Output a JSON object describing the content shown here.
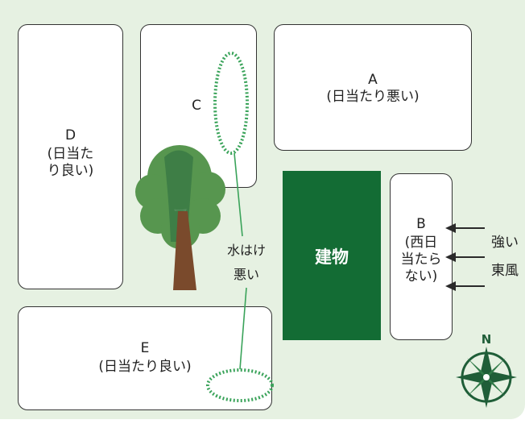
{
  "plots": {
    "a": {
      "letter": "A",
      "note": "(日当たり悪い)"
    },
    "b": {
      "letter": "B",
      "note": "(西日\n当たら\nない)"
    },
    "c": {
      "letter": "C"
    },
    "d": {
      "letter": "D",
      "note": "(日当た\nり良い)"
    },
    "e": {
      "letter": "E",
      "note": "(日当たり良い)"
    }
  },
  "building": "建物",
  "drainage_label": "水はけ\n悪い",
  "wind": {
    "line1": "強い",
    "line2": "東風"
  },
  "compass": {
    "north": "N"
  },
  "colors": {
    "background": "#e6f1e2",
    "building": "#136c34",
    "drainage": "#3aa35a",
    "tree_dark": "#3a7a44",
    "tree_light": "#57964f",
    "trunk": "#7a4a2c"
  },
  "icons": [
    "tree-icon",
    "compass-icon",
    "wind-arrow-icon",
    "drainage-zone-icon"
  ]
}
